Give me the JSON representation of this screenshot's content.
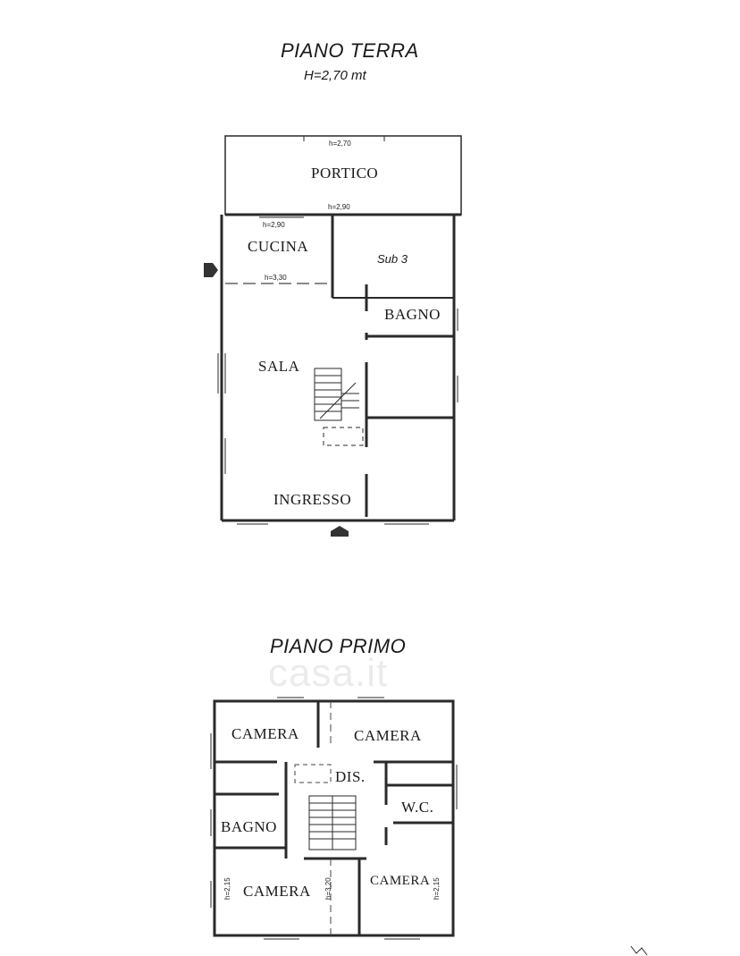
{
  "ground_floor": {
    "title": "PIANO TERRA",
    "height_note": "H=2,70 mt",
    "rooms": {
      "portico": "PORTICO",
      "cucina": "CUCINA",
      "sub3": "Sub 3",
      "bagno": "BAGNO",
      "sala": "SALA",
      "ingresso": "INGRESSO"
    },
    "heights": {
      "portico_top": "h=2,70",
      "portico_bottom": "h=2,90",
      "cucina_top": "h=2,90",
      "cucina_bottom": "h=3,30"
    }
  },
  "first_floor": {
    "title": "PIANO PRIMO",
    "rooms": {
      "camera_top_left": "CAMERA",
      "camera_top_right": "CAMERA",
      "dis": "DIS.",
      "wc": "W.C.",
      "bagno": "BAGNO",
      "camera_bottom_left": "CAMERA",
      "camera_bottom_right": "CAMERA"
    },
    "heights": {
      "left": "h=2,15",
      "center": "h=3,20",
      "right": "h=2,15"
    }
  },
  "watermark": "casa.it",
  "colors": {
    "line": "#1a1a1a",
    "wall": "#2a2a2a",
    "dashed": "#444444"
  }
}
